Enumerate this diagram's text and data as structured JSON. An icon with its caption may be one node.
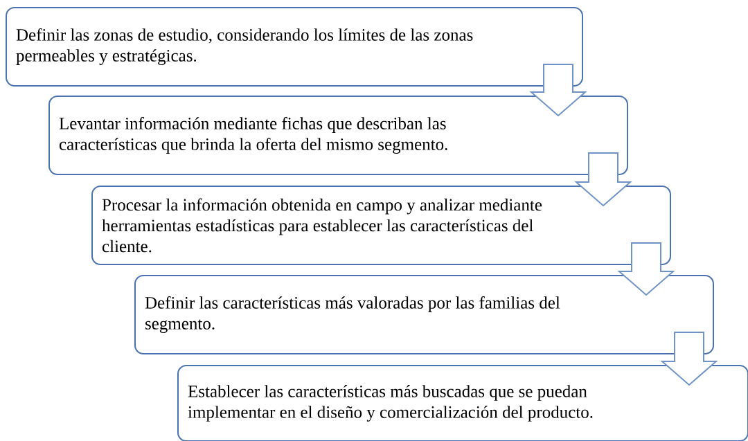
{
  "diagram": {
    "nodes": [
      {
        "text": [
          "Definir las zonas de estudio, considerando los límites de las zonas permeables y estratégicas."
        ]
      },
      {
        "text": [
          "Levantar información mediante fichas que describan las características que brinda la oferta del mismo segmento."
        ]
      },
      {
        "text": [
          "Procesar la información obtenida en campo y analizar mediante herramientas estadísticas para establecer las características del cliente."
        ]
      },
      {
        "text": [
          "Definir las características más valoradas por las familias del segmento."
        ]
      },
      {
        "text": [
          "Establecer las características más buscadas que se puedan implementar en el diseño y comercialización del producto."
        ]
      }
    ],
    "edges": [
      {
        "from": 0,
        "to": 1,
        "arrow": "to"
      },
      {
        "from": 1,
        "to": 2,
        "arrow": "to"
      },
      {
        "from": 2,
        "to": 3,
        "arrow": "to"
      },
      {
        "from": 3,
        "to": 4,
        "arrow": "to"
      }
    ]
  }
}
